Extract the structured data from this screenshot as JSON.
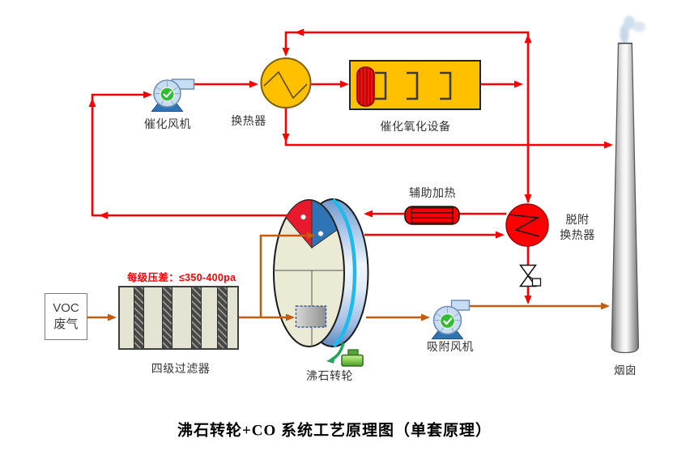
{
  "diagram": {
    "title": "沸石转轮+CO 系统工艺原理图（单套原理）",
    "nodes": {
      "voc_inlet": {
        "label_line1": "VOC",
        "label_line2": "废气"
      },
      "filter": {
        "label": "四级过滤器",
        "stages": 4,
        "pressure_note": "每级压差：≤350-400pa"
      },
      "zeolite_wheel": {
        "label": "沸石转轮"
      },
      "adsorption_fan": {
        "label": "吸附风机"
      },
      "catalytic_fan": {
        "label": "催化风机"
      },
      "heat_exchanger": {
        "label": "换热器"
      },
      "catalytic_oxidizer": {
        "label": "催化氧化设备"
      },
      "aux_heater": {
        "label": "辅助加热"
      },
      "desorption_hx": {
        "label_line1": "脱附",
        "label_line2": "换热器"
      },
      "chimney": {
        "label": "烟囱"
      }
    },
    "colors": {
      "hot_gas_pipe": "#FA0000",
      "waste_gas_pipe": "#C55A11",
      "equipment_orange": "#FFC000",
      "wheel_red_sector": "#E8192C",
      "wheel_blue_sector": "#2F75B5",
      "wheel_face": "#EAEAD5",
      "rotor_stripe_cyan": "#1CBBEC",
      "note_red": "#FF0000"
    }
  }
}
